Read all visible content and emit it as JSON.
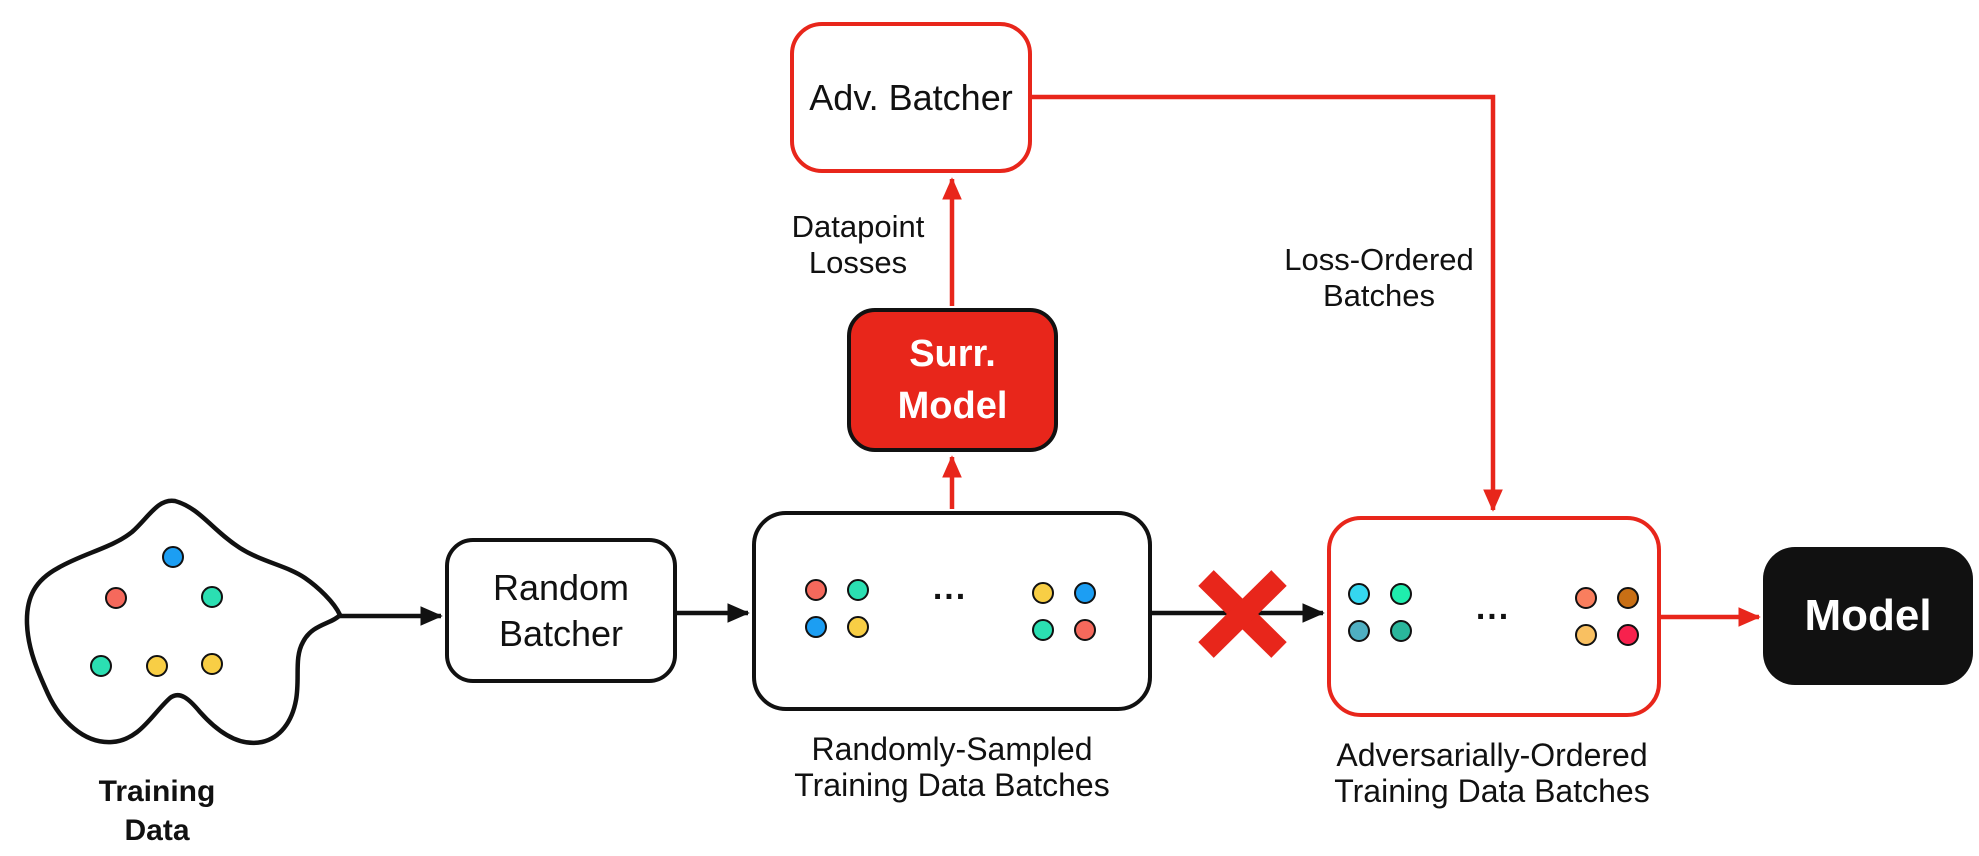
{
  "colors": {
    "accent": "#E8261B",
    "ink": "#111111"
  },
  "training_blob": {
    "caption_line1": "Training",
    "caption_line2": "Data",
    "dot_colors": [
      "#1C9EF3",
      "#F5695C",
      "#2BDFB2",
      "#2BDFB2",
      "#F8CE45",
      "#F8CE45"
    ]
  },
  "random_batcher": {
    "label_line1": "Random",
    "label_line2": "Batcher"
  },
  "random_batches": {
    "caption_line1": "Randomly-Sampled",
    "caption_line2": "Training Data Batches",
    "ellipsis": "...",
    "batch_left": [
      "#F5695C",
      "#2BDFB2",
      "#1C9EF3",
      "#F8CE45"
    ],
    "batch_right": [
      "#F8CE45",
      "#1C9EF3",
      "#2BDFB2",
      "#F5695C"
    ]
  },
  "surrogate_model": {
    "label_line1": "Surr.",
    "label_line2": "Model"
  },
  "adv_batcher": {
    "label": "Adv. Batcher"
  },
  "edge_labels": {
    "datapoint_losses_line1": "Datapoint",
    "datapoint_losses_line2": "Losses",
    "loss_ordered_line1": "Loss-Ordered",
    "loss_ordered_line2": "Batches"
  },
  "adversarial_batches": {
    "caption_line1": "Adversarially-Ordered",
    "caption_line2": "Training Data Batches",
    "ellipsis": "...",
    "batch_left": [
      "#35D7F0",
      "#1FEDAD",
      "#4FAFC2",
      "#2AB79C"
    ],
    "batch_right": [
      "#F97E5E",
      "#C86F15",
      "#F9C061",
      "#F7214D"
    ]
  },
  "model": {
    "label": "Model"
  }
}
